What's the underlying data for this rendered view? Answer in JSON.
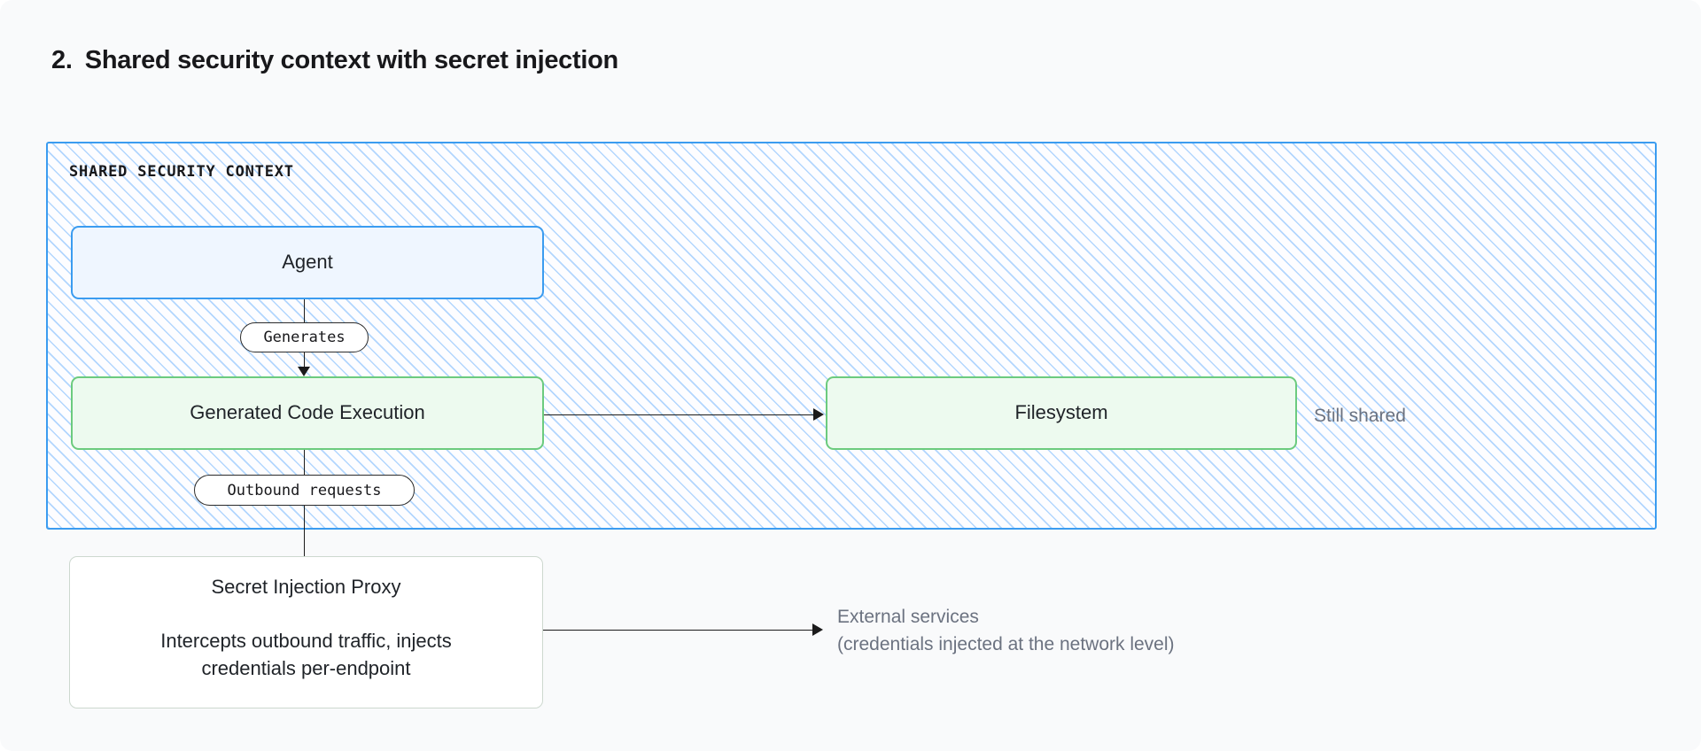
{
  "heading": {
    "number": "2.",
    "title": "Shared security context with secret injection"
  },
  "security_context": {
    "label": "SHARED SECURITY CONTEXT"
  },
  "nodes": {
    "agent": {
      "title": "Agent"
    },
    "code_execution": {
      "title": "Generated Code Execution"
    },
    "filesystem": {
      "title": "Filesystem"
    },
    "proxy": {
      "title": "Secret Injection Proxy",
      "description": "Intercepts outbound traffic, injects credentials per-endpoint"
    }
  },
  "edges": {
    "generates": {
      "label": "Generates"
    },
    "outbound": {
      "label": "Outbound requests"
    }
  },
  "annotations": {
    "still_shared": "Still shared",
    "external_line1": "External services",
    "external_line2": "(credentials injected at the network level)"
  },
  "colors": {
    "page_background": "#f9fafb",
    "context_border": "#3b9cf0",
    "context_hatch": "#93c5fd",
    "agent_fill": "#eff6ff",
    "agent_border": "#3b9cf0",
    "green_fill": "#edfaef",
    "green_border": "#6ccb7e",
    "proxy_fill": "#ffffff",
    "proxy_border": "#cdd8cf",
    "edge_line": "#1b1b1b",
    "annotation_text": "#6b7280",
    "heading_text": "#18181b"
  }
}
